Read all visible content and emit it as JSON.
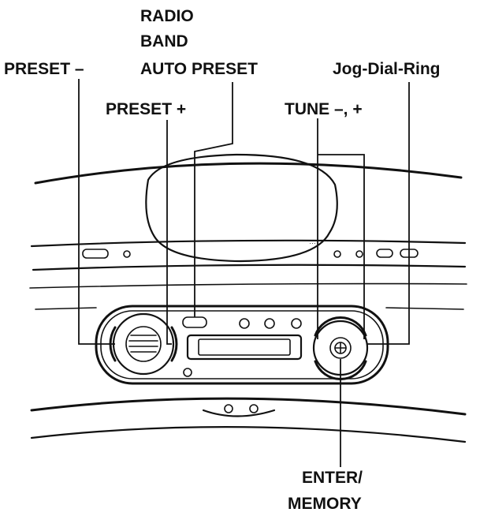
{
  "labels": {
    "radio": "RADIO",
    "band": "BAND",
    "auto_preset": "AUTO PRESET",
    "preset_minus": "PRESET –",
    "jog_dial_ring": "Jog-Dial-Ring",
    "preset_plus": "PRESET +",
    "tune": "TUNE –, +",
    "enter": "ENTER/",
    "memory": "MEMORY"
  }
}
